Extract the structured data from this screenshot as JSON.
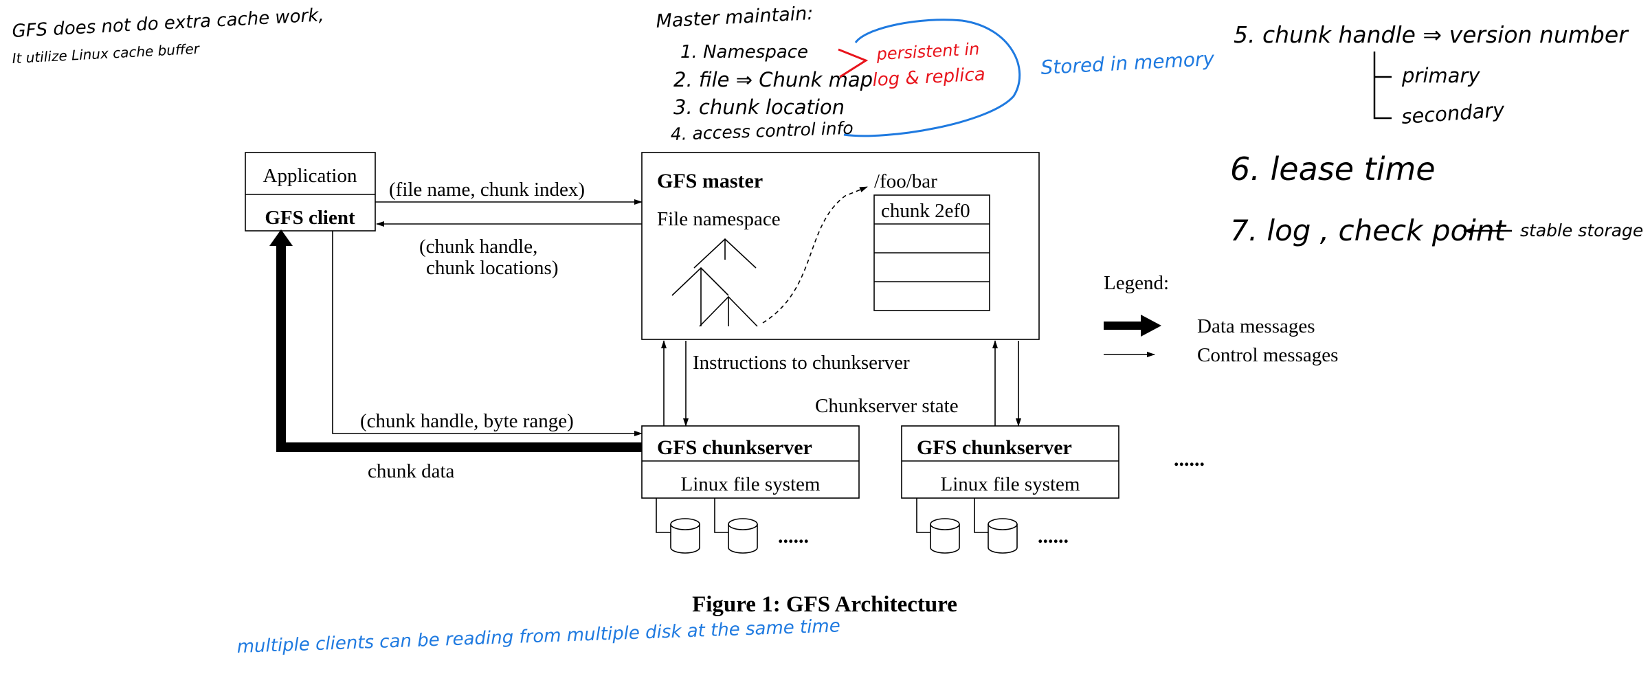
{
  "diagram": {
    "application_label": "Application",
    "client_label": "GFS client",
    "request_label": "(file name, chunk index)",
    "reply_line1": "(chunk handle,",
    "reply_line2": "chunk locations)",
    "master_title": "GFS master",
    "namespace_label": "File namespace",
    "path_label": "/foo/bar",
    "chunk_label": "chunk 2ef0",
    "instructions_label": "Instructions to chunkserver",
    "state_label": "Chunkserver state",
    "read_request_label": "(chunk handle, byte range)",
    "chunk_data_label": "chunk data",
    "chunkserver_title": "GFS chunkserver",
    "linux_fs_label": "Linux file system",
    "ellipsis": "......",
    "legend_title": "Legend:",
    "legend_data": "Data messages",
    "legend_control": "Control messages",
    "caption": "Figure 1: GFS Architecture"
  },
  "annotations": {
    "top_left_line1": "GFS does not do extra cache work,",
    "top_left_line2": "It utilize Linux cache buffer",
    "master_heading": "Master maintain:",
    "item1": "1. Namespace",
    "item2": "2. file ⇒ Chunk map",
    "item3": "3. chunk location",
    "item4": "4. access control info",
    "persistent_line1": "persistent in",
    "persistent_line2": "log & replica",
    "memory_note": "Stored in memory",
    "item5": "5. chunk handle ⇒ version number",
    "primary": "primary",
    "secondary": "secondary",
    "item6": "6. lease time",
    "item7": "7. log , check point",
    "stable_storage": "stable storage",
    "bottom_note": "multiple clients can be reading from multiple disk at the same time"
  },
  "colors": {
    "ink": "#000000",
    "red_note": "#e8141c",
    "blue_note": "#1f7ae0"
  }
}
